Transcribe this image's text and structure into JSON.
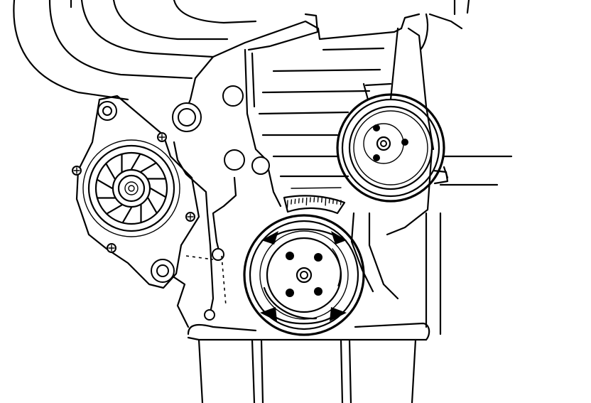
{
  "diagram": {
    "colors": {
      "line": "#000000",
      "background": "#ffffff"
    },
    "parts": [
      {
        "name": "water-pump",
        "icon": "fan-impeller-icon"
      },
      {
        "name": "upper-pulley",
        "icon": "pulley-icon"
      },
      {
        "name": "crankshaft-pulley",
        "icon": "pulley-icon"
      },
      {
        "name": "timing-scale",
        "icon": "scale-icon"
      },
      {
        "name": "rotation-arrows",
        "icon": "arrow-icon",
        "count": 4
      }
    ]
  }
}
